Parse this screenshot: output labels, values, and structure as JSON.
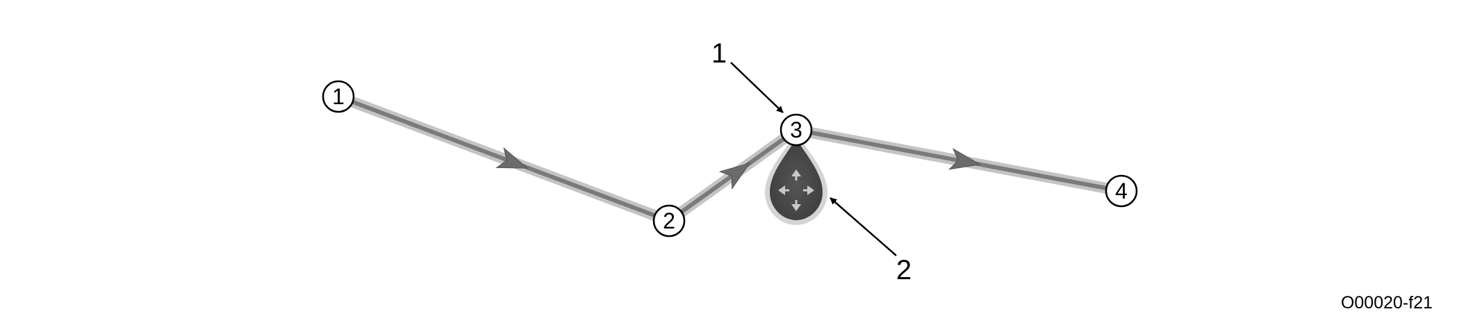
{
  "diagram": {
    "waypoints": [
      {
        "label": "1"
      },
      {
        "label": "2"
      },
      {
        "label": "3"
      },
      {
        "label": "4"
      }
    ],
    "callouts": [
      {
        "label": "1",
        "target": "waypoint-3"
      },
      {
        "label": "2",
        "target": "move-handle"
      }
    ],
    "move_handle": {
      "icon": "move-arrows-icon"
    },
    "figure_id": "O00020-f21",
    "colors": {
      "route_outer": "#c4c4c4",
      "route_inner": "#7a7a7a",
      "direction_arrow": "#6b6b6b",
      "handle_fill": "#474747",
      "handle_glyph": "#c8c8c8"
    }
  }
}
